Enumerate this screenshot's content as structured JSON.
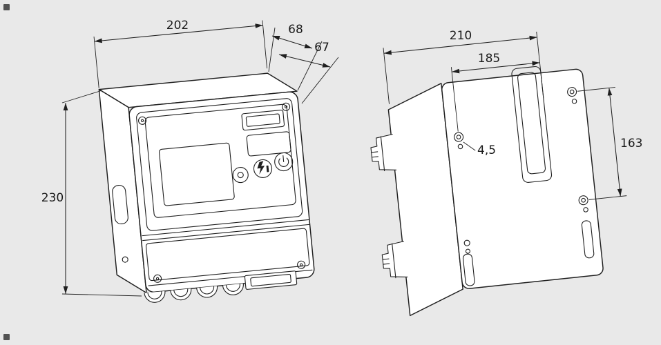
{
  "page": {
    "background": "#e9e9e9",
    "line_color": "#1f1f1f"
  },
  "front_view": {
    "dim_width": "202",
    "dim_depth_outer": "68",
    "dim_depth_inner": "67",
    "dim_height": "230",
    "info_button_glyph": "i"
  },
  "rear_view": {
    "dim_width": "210",
    "dim_hole_offset": "185",
    "dim_hole_diameter": "4,5",
    "dim_hole_spacing": "163"
  }
}
